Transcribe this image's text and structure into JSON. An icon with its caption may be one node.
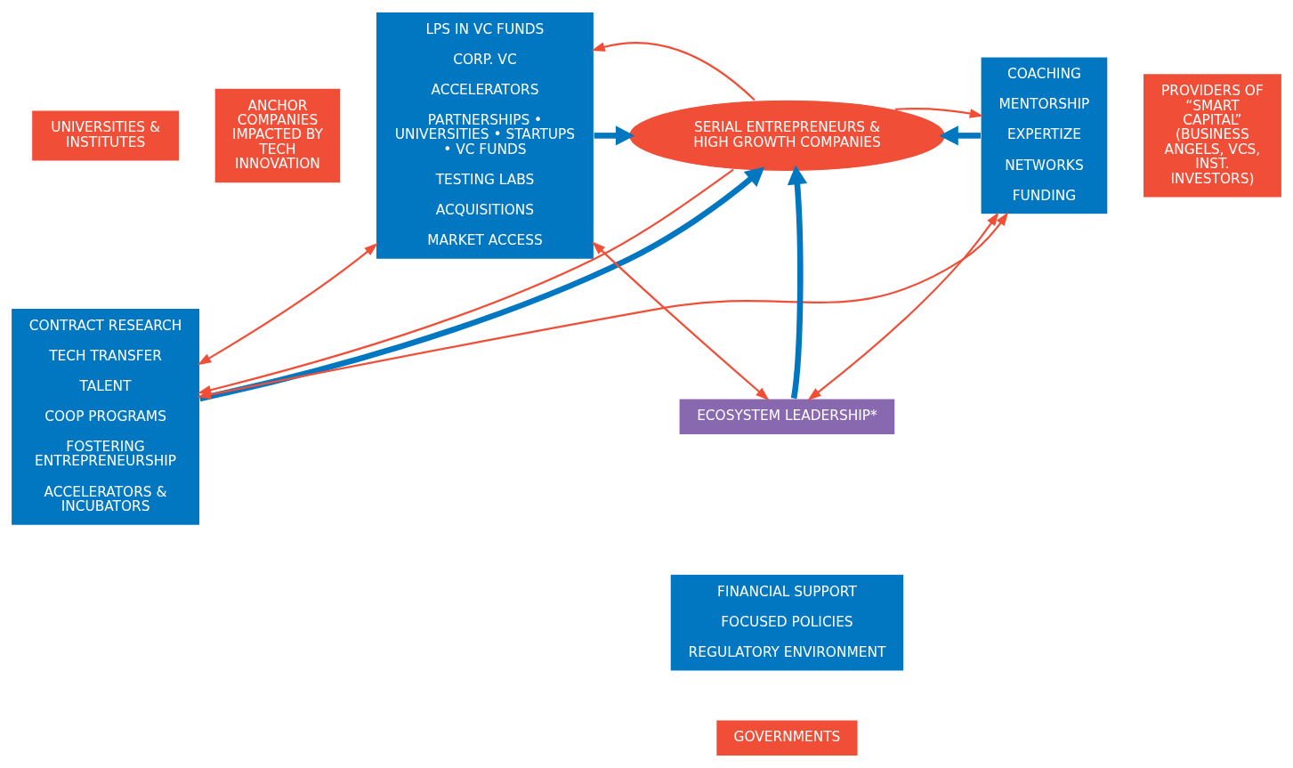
{
  "diagram": {
    "nodes": [
      {
        "text": [
          "UNIVERSITIES & INSTITUTES"
        ]
      },
      {
        "text": [
          "CONTRACT RESEARCH",
          "TECH TRANSFER",
          "TALENT",
          "COOP PROGRAMS",
          "FOSTERING ENTREPRENEURSHIP",
          "ACCELERATORS & INCUBATORS"
        ]
      },
      {
        "text": [
          "ANCHOR COMPANIES IMPACTED BY TECH INNOVATION"
        ]
      },
      {
        "text": [
          "LPS IN VC FUNDS",
          "CORP. VC",
          "ACCELERATORS",
          "PARTNERSHIPS • UNIVERSITIES • STARTUPS • VC FUNDS",
          "TESTING LABS",
          "ACQUISITIONS",
          "MARKET ACCESS"
        ]
      },
      {
        "text": [
          "SERIAL ENTREPRENEURS & HIGH GROWTH COMPANIES"
        ]
      },
      {
        "text": [
          "COACHING",
          "MENTORSHIP",
          "EXPERTIZE",
          "NETWORKS",
          "FUNDING"
        ]
      },
      {
        "text": [
          "PROVIDERS OF “SMART CAPITAL” (BUSINESS ANGELS, VCS, INST. INVESTORS)"
        ]
      },
      {
        "text": [
          "ECOSYSTEM LEADERSHIP*"
        ]
      },
      {
        "text": [
          "FINANCIAL SUPPORT",
          "FOCUSED POLICIES",
          "REGULATORY ENVIRONMENT"
        ]
      },
      {
        "text": [
          "GOVERNMENTS"
        ]
      }
    ],
    "edges": [
      {
        "from": 1,
        "to": 4,
        "arrow": "to",
        "style": "thick",
        "color": "#0077c0"
      },
      {
        "from": 3,
        "to": 4,
        "arrow": "to",
        "style": "thick",
        "color": "#0077c0"
      },
      {
        "from": 5,
        "to": 4,
        "arrow": "to",
        "style": "thick",
        "color": "#0077c0"
      },
      {
        "from": 7,
        "to": 4,
        "arrow": "to",
        "style": "thick",
        "color": "#0077c0"
      },
      {
        "from": 4,
        "to": 1,
        "arrow": "to"
      },
      {
        "from": 4,
        "to": 3,
        "arrow": "to"
      },
      {
        "from": 4,
        "to": 5,
        "arrow": "to"
      },
      {
        "from": 3,
        "to": 1,
        "arrow": "both"
      },
      {
        "from": 1,
        "to": 5,
        "arrow": "both"
      },
      {
        "from": 3,
        "to": 7,
        "arrow": "both"
      },
      {
        "from": 5,
        "to": 7,
        "arrow": "both"
      }
    ]
  }
}
